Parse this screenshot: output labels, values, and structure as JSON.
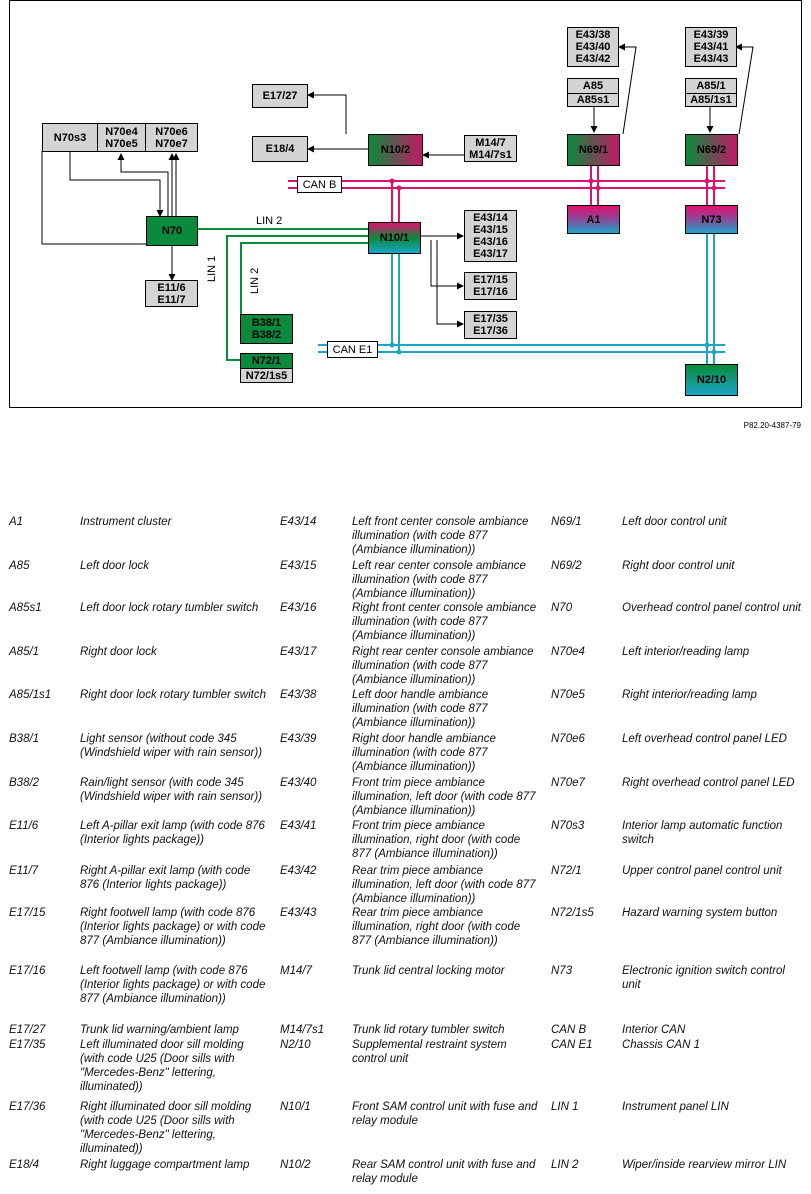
{
  "diagram": {
    "boxes": {
      "n70s3": "N70s3",
      "n70e4": [
        "N70e4",
        "N70e5"
      ],
      "n70e6": [
        "N70e6",
        "N70e7"
      ],
      "n70": "N70",
      "e11": [
        "E11/6",
        "E11/7"
      ],
      "e17_27": "E17/27",
      "e18_4": "E18/4",
      "n10_2": "N10/2",
      "m14": [
        "M14/7",
        "M14/7s1"
      ],
      "n10_1": "N10/1",
      "e43_front": [
        "E43/14",
        "E43/15",
        "E43/16",
        "E43/17"
      ],
      "e17_15": [
        "E17/15",
        "E17/16"
      ],
      "e17_35": [
        "E17/35",
        "E17/36"
      ],
      "b38": [
        "B38/1",
        "B38/2"
      ],
      "n72": [
        "N72/1",
        "N72/1s5"
      ],
      "e43_left": [
        "E43/38",
        "E43/40",
        "E43/42"
      ],
      "a85": [
        "A85",
        "A85s1"
      ],
      "n69_1": "N69/1",
      "a1": "A1",
      "e43_right": [
        "E43/39",
        "E43/41",
        "E43/43"
      ],
      "a85_1": [
        "A85/1",
        "A85/1s1"
      ],
      "n69_2": "N69/2",
      "n73": "N73",
      "n2_10": "N2/10"
    },
    "bus_labels": {
      "can_b": "CAN B",
      "can_e1": "CAN E1",
      "lin1": "LIN 1",
      "lin2_h": "LIN 2",
      "lin2_v": "LIN 2"
    },
    "figure_code": "P82.20-4387-79",
    "colors": {
      "can_b": "#e0106e",
      "can_e1": "#1aa5c8",
      "lin": "#0a8a3c"
    }
  },
  "legend": [
    [
      {
        "key": "A1",
        "desc": "Instrument cluster"
      },
      {
        "key": "A85",
        "desc": "Left door lock"
      },
      {
        "key": "A85s1",
        "desc": "Left door lock rotary tumbler switch"
      },
      {
        "key": "A85/1",
        "desc": "Right door lock"
      },
      {
        "key": "A85/1s1",
        "desc": "Right door lock rotary tumbler switch"
      },
      {
        "key": "B38/1",
        "desc": "Light sensor (without code 345 (Windshield wiper with rain sensor))"
      },
      {
        "key": "B38/2",
        "desc": "Rain/light sensor (with code 345 (Windshield wiper with rain sensor))"
      },
      {
        "key": "E11/6",
        "desc": "Left A-pillar exit lamp (with code 876 (Interior lights package))"
      },
      {
        "key": "E11/7",
        "desc": "Right A-pillar exit lamp (with code 876 (Interior lights package))"
      },
      {
        "key": "E17/15",
        "desc": "Right footwell lamp (with code 876 (Interior lights package) or with code 877 (Ambiance illumination))"
      },
      {
        "key": "E17/16",
        "desc": "Left footwell lamp (with code 876 (Interior lights package) or with code 877 (Ambiance illumination))"
      },
      {
        "key": "E17/27",
        "desc": "Trunk lid warning/ambient lamp"
      },
      {
        "key": "E17/35",
        "desc": "Left illuminated door sill molding (with code U25 (Door sills with \"Mercedes-Benz\" lettering, illuminated))"
      },
      {
        "key": "E17/36",
        "desc": "Right illuminated door sill molding (with code U25 (Door sills with \"Mercedes-Benz\" lettering, illuminated))"
      },
      {
        "key": "E18/4",
        "desc": "Right luggage compartment lamp"
      }
    ],
    [
      {
        "key": "E43/14",
        "desc": "Left front center console ambiance illumination (with code 877 (Ambiance illumination))"
      },
      {
        "key": "E43/15",
        "desc": "Left rear center console ambiance illumination (with code 877 (Ambiance illumination))"
      },
      {
        "key": "E43/16",
        "desc": "Right front center console ambiance illumination (with code 877 (Ambiance illumination))"
      },
      {
        "key": "E43/17",
        "desc": "Right rear center console ambiance illumination (with code 877 (Ambiance illumination))"
      },
      {
        "key": "E43/38",
        "desc": "Left door handle ambiance illumination (with code 877 (Ambiance illumination))"
      },
      {
        "key": "E43/39",
        "desc": "Right door handle ambiance illumination (with code 877 (Ambiance illumination))"
      },
      {
        "key": "E43/40",
        "desc": "Front trim piece ambiance illumination, left door (with code 877 (Ambiance illumination))"
      },
      {
        "key": "E43/41",
        "desc": "Front trim piece ambiance illumination, right door (with code 877 (Ambiance illumination))"
      },
      {
        "key": "E43/42",
        "desc": "Rear trim piece ambiance illumination, left door (with code 877 (Ambiance illumination))"
      },
      {
        "key": "E43/43",
        "desc": "Rear trim piece ambiance illumination, right door (with code 877 (Ambiance illumination))"
      },
      {
        "key": "M14/7",
        "desc": "Trunk lid central locking motor"
      },
      {
        "key": "M14/7s1",
        "desc": "Trunk lid rotary tumbler switch"
      },
      {
        "key": "N2/10",
        "desc": "Supplemental restraint system control unit"
      },
      {
        "key": "N10/1",
        "desc": "Front SAM control unit with fuse and relay module"
      },
      {
        "key": "N10/2",
        "desc": "Rear SAM control unit with fuse and relay module"
      }
    ],
    [
      {
        "key": "N69/1",
        "desc": "Left door control unit"
      },
      {
        "key": "N69/2",
        "desc": "Right door control unit"
      },
      {
        "key": "N70",
        "desc": "Overhead control panel control unit"
      },
      {
        "key": "N70e4",
        "desc": "Left interior/reading lamp"
      },
      {
        "key": "N70e5",
        "desc": "Right interior/reading lamp"
      },
      {
        "key": "N70e6",
        "desc": "Left overhead control panel LED"
      },
      {
        "key": "N70e7",
        "desc": "Right overhead control panel LED"
      },
      {
        "key": "N70s3",
        "desc": "Interior lamp automatic function switch"
      },
      {
        "key": "N72/1",
        "desc": "Upper control panel control unit"
      },
      {
        "key": "N72/1s5",
        "desc": "Hazard warning system button"
      },
      {
        "key": "N73",
        "desc": "Electronic ignition switch control unit"
      },
      {
        "key": "CAN B",
        "desc": "Interior CAN"
      },
      {
        "key": "CAN E1",
        "desc": "Chassis CAN 1"
      },
      {
        "key": "LIN 1",
        "desc": "Instrument panel LIN"
      },
      {
        "key": "LIN 2",
        "desc": "Wiper/inside rearview mirror LIN"
      }
    ]
  ]
}
